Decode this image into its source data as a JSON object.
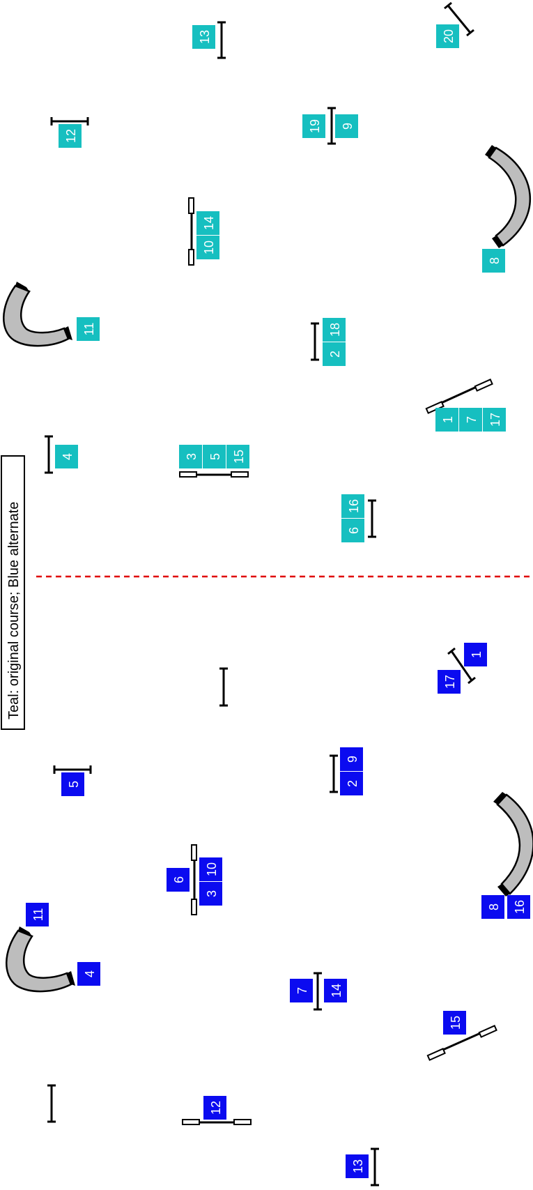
{
  "legend": "Teal: original course; Blue alternate",
  "colors": {
    "teal": "#16BFC0",
    "blue": "#0B0BF0",
    "divider": "#E00000",
    "tunnel": "#BDBDBD"
  },
  "teal_labels": [
    "13",
    "20",
    "12",
    "19",
    "9",
    "14",
    "10",
    "8",
    "11",
    "18",
    "2",
    "4",
    "1",
    "7",
    "17",
    "3",
    "5",
    "15",
    "16",
    "6"
  ],
  "blue_labels": [
    "1",
    "17",
    "5",
    "9",
    "2",
    "6",
    "10",
    "3",
    "8",
    "16",
    "11",
    "4",
    "7",
    "14",
    "15",
    "12",
    "13"
  ]
}
